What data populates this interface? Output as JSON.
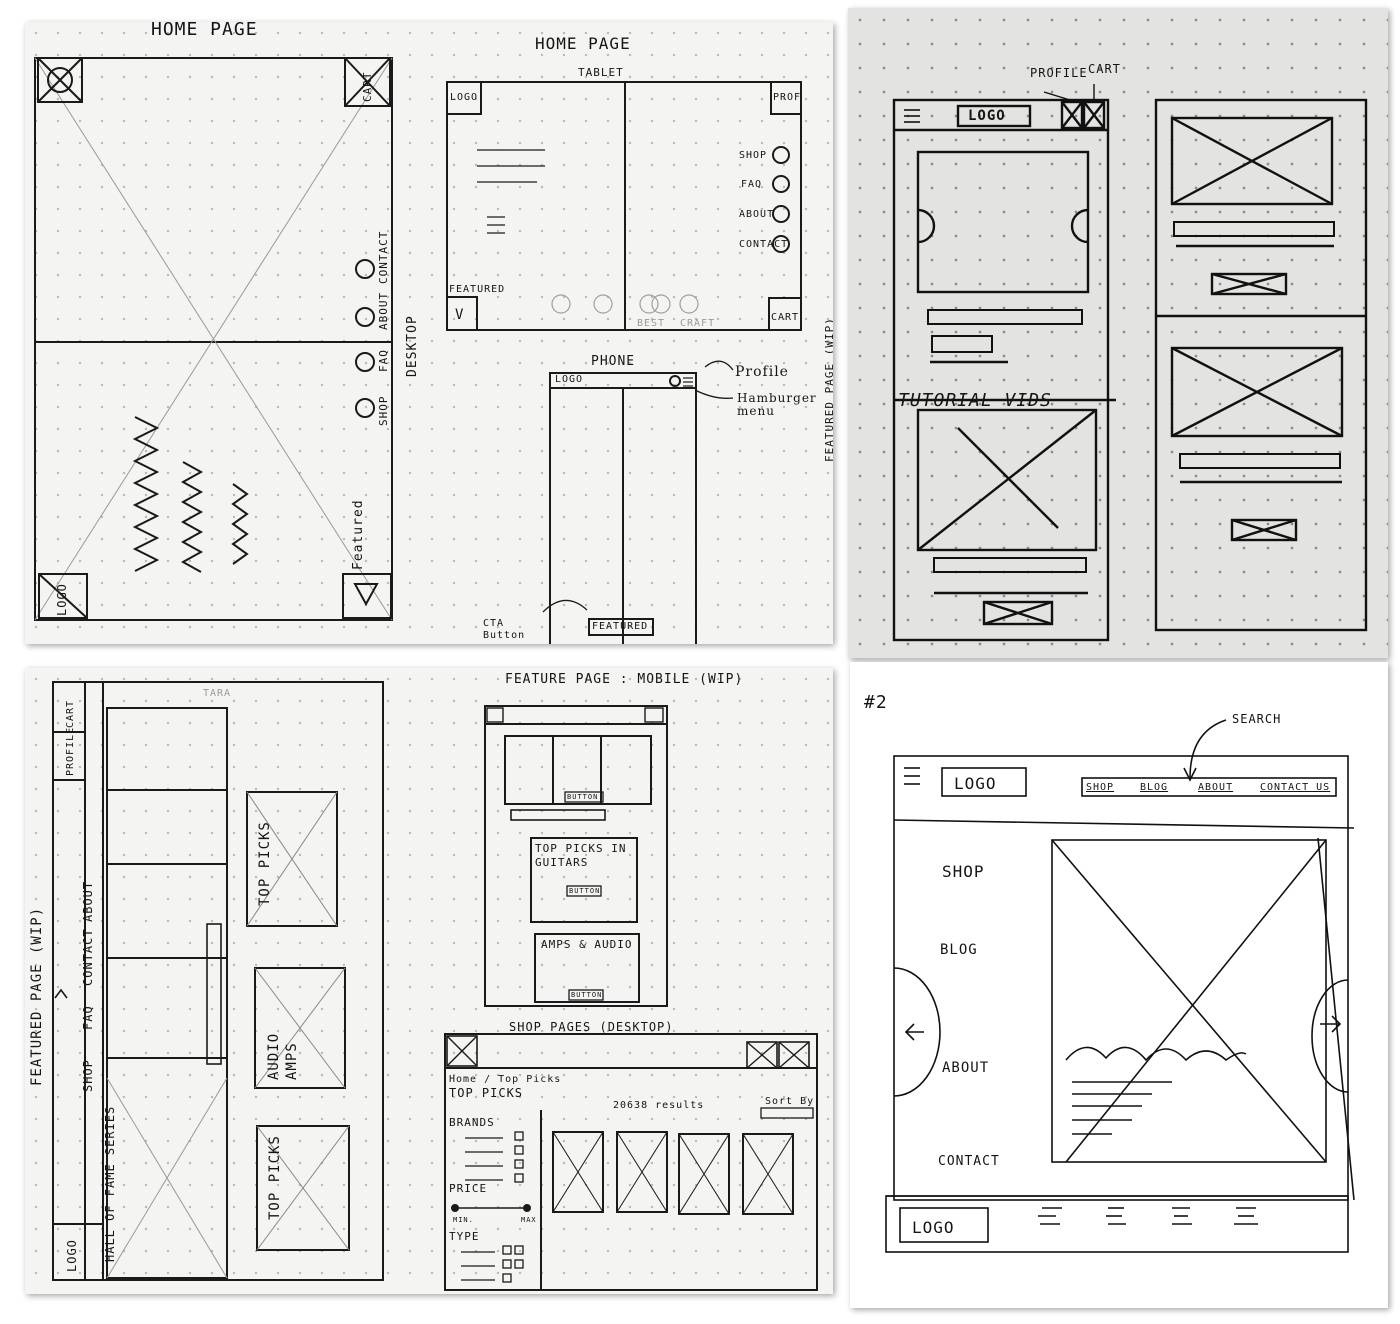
{
  "panel_top_left": {
    "desktop_title": "HOME PAGE",
    "desktop_logo": "LOGO",
    "desktop_cart": "CART",
    "desktop_featured": "Featured",
    "desktop_nav": [
      "SHOP",
      "FAQ",
      "ABOUT",
      "CONTACT"
    ],
    "desktop_label": "DESKTOP",
    "tablet_title": "HOME PAGE",
    "tablet_label": "TABLET",
    "tablet_logo": "LOGO",
    "tablet_prof": "PROF",
    "tablet_nav": [
      "SHOP",
      "FAQ",
      "ABOUT",
      "CONTACT"
    ],
    "tablet_featured": "FEATURED",
    "tablet_featured_mark": "V",
    "tablet_cart": "CART",
    "tablet_bottom_faint": [
      "BEST",
      "CRAFT"
    ],
    "phone_title": "PHONE",
    "phone_logo": "LOGO",
    "phone_note_profile": "Profile",
    "phone_note_hamburger": "Hamburger menu",
    "phone_cta": "CTA Button",
    "phone_featured": "FEATURED",
    "side_caption": "FEATURED PAGE (WIP)"
  },
  "panel_top_right": {
    "label_profile": "PROFILE",
    "label_cart": "CART",
    "logo": "LOGO",
    "tutorial": "TUTORIAL VIDS"
  },
  "panel_bottom_left": {
    "top_faint": "TARA",
    "profile": "PROFILE",
    "cart": "CART",
    "nav": [
      "SHOP",
      "FAQ",
      "CONTACT",
      "ABOUT"
    ],
    "caption": "FEATURED PAGE (WIP)",
    "hall_of_fame": "HALL OF FAME SERIES",
    "logo": "LOGO",
    "top_picks_1": "TOP PICKS",
    "audio_amps": "AUDIO AMPS",
    "top_picks_2": "TOP PICKS",
    "mobile_title": "FEATURE PAGE : MOBILE (WIP)",
    "mobile_button": "BUTTON",
    "mobile_top_picks": "TOP PICKS IN GUITARS",
    "mobile_button_2": "BUTTON",
    "mobile_amps": "AMPS & AUDIO",
    "mobile_button_3": "BUTTON",
    "shop_title": "SHOP PAGES (DESKTOP)",
    "breadcrumb": "Home / Top Picks",
    "shop_heading": "TOP PICKS",
    "results": "20638 results",
    "sort_by": "Sort By",
    "filter_brands": "BRANDS",
    "filter_price": "PRICE",
    "price_min": "MIN.",
    "price_max": "MAX",
    "filter_type": "TYPE"
  },
  "panel_bottom_right": {
    "number": "#2",
    "search_note": "SEARCH",
    "logo": "LOGO",
    "nav": [
      "SHOP",
      "BLOG",
      "ABOUT",
      "CONTACT US"
    ],
    "side_nav": [
      "SHOP",
      "BLOG",
      "ABOUT",
      "CONTACT"
    ],
    "footer_logo": "LOGO"
  }
}
